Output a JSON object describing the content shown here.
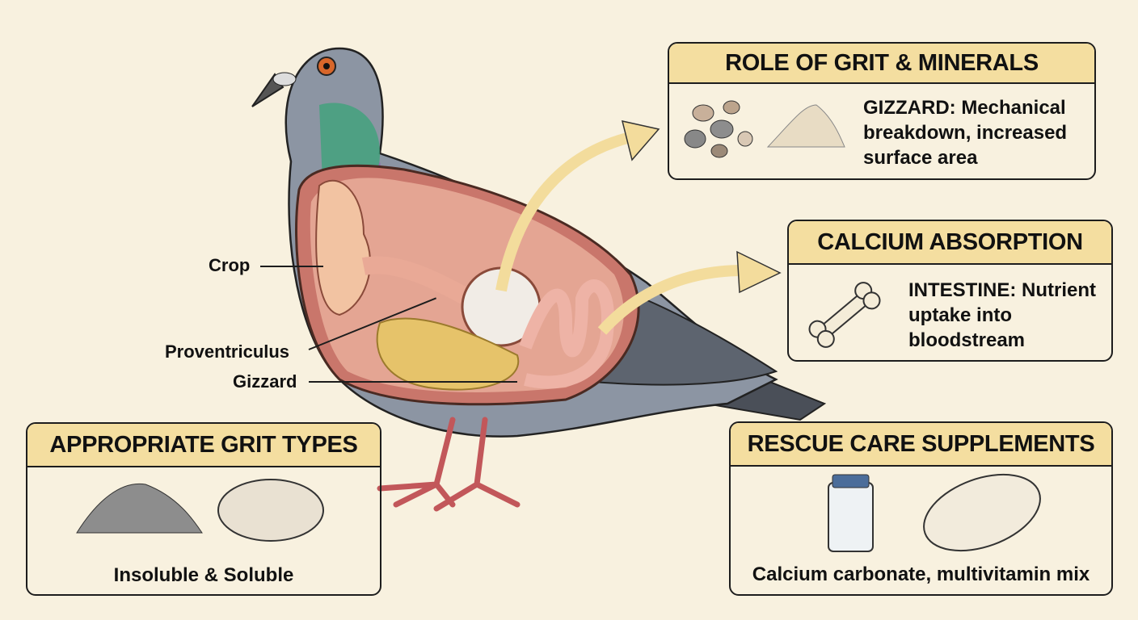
{
  "labels": {
    "crop": "Crop",
    "proventriculus": "Proventriculus",
    "gizzard": "Gizzard"
  },
  "boxes": {
    "role": {
      "title": "ROLE OF GRIT & MINERALS",
      "text": "GIZZARD: Mechanical breakdown, increased surface area"
    },
    "calcium": {
      "title": "CALCIUM ABSORPTION",
      "text": "INTESTINE: Nutrient uptake into bloodstream"
    },
    "grit": {
      "title": "APPROPRIATE GRIT TYPES",
      "text": "Insoluble & Soluble"
    },
    "rescue": {
      "title": "RESCUE CARE SUPPLEMENTS",
      "text": "Calcium carbonate, multivitamin mix"
    }
  },
  "colors": {
    "background": "#f8f1df",
    "header": "#f4dea0",
    "arrow": "#f3dc9c"
  }
}
